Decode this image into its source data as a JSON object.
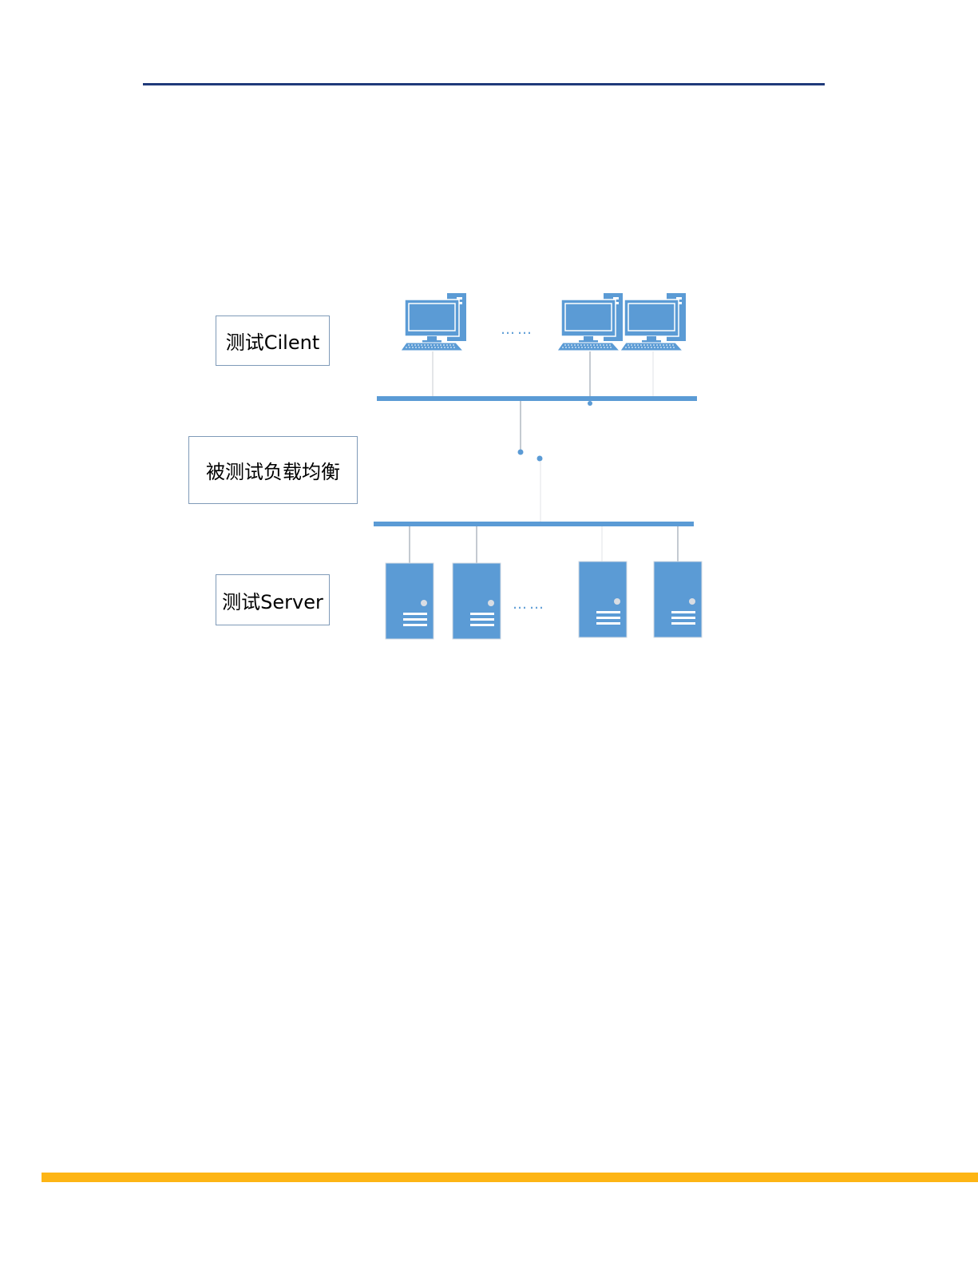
{
  "labels": {
    "client": "测试Cilent",
    "load_balancer": "被测试负载均衡",
    "server": "测试Server"
  },
  "ellipsis": {
    "clients": "……",
    "servers": "……"
  },
  "colors": {
    "header_rule": "#1f3a7a",
    "footer_rule": "#fdb515",
    "network_blue": "#5b9bd5",
    "box_border": "#7f9ab8"
  },
  "icons": {
    "client": "desktop-computer-icon",
    "server": "server-tower-icon"
  }
}
